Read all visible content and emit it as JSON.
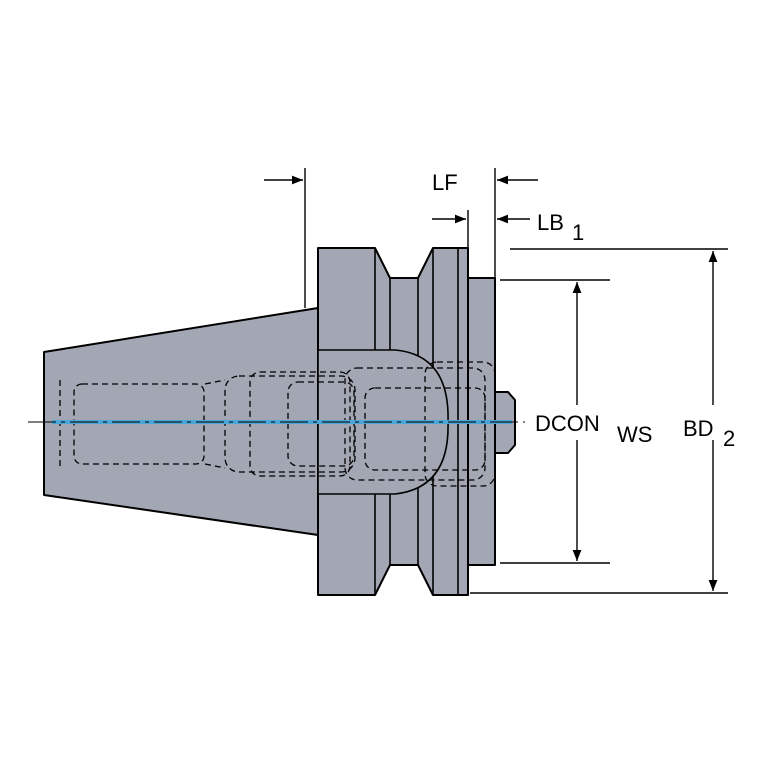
{
  "labels": {
    "lf": "LF",
    "lb_main": "LB",
    "lb_sub": "1",
    "dcon_main": "DCON",
    "dcon_sub": "WS",
    "bd_main": "BD",
    "bd_sub": "2"
  },
  "colors": {
    "body": "#a3a7b3",
    "coolant_channel": "#4aa6d8",
    "outline": "#000000"
  }
}
